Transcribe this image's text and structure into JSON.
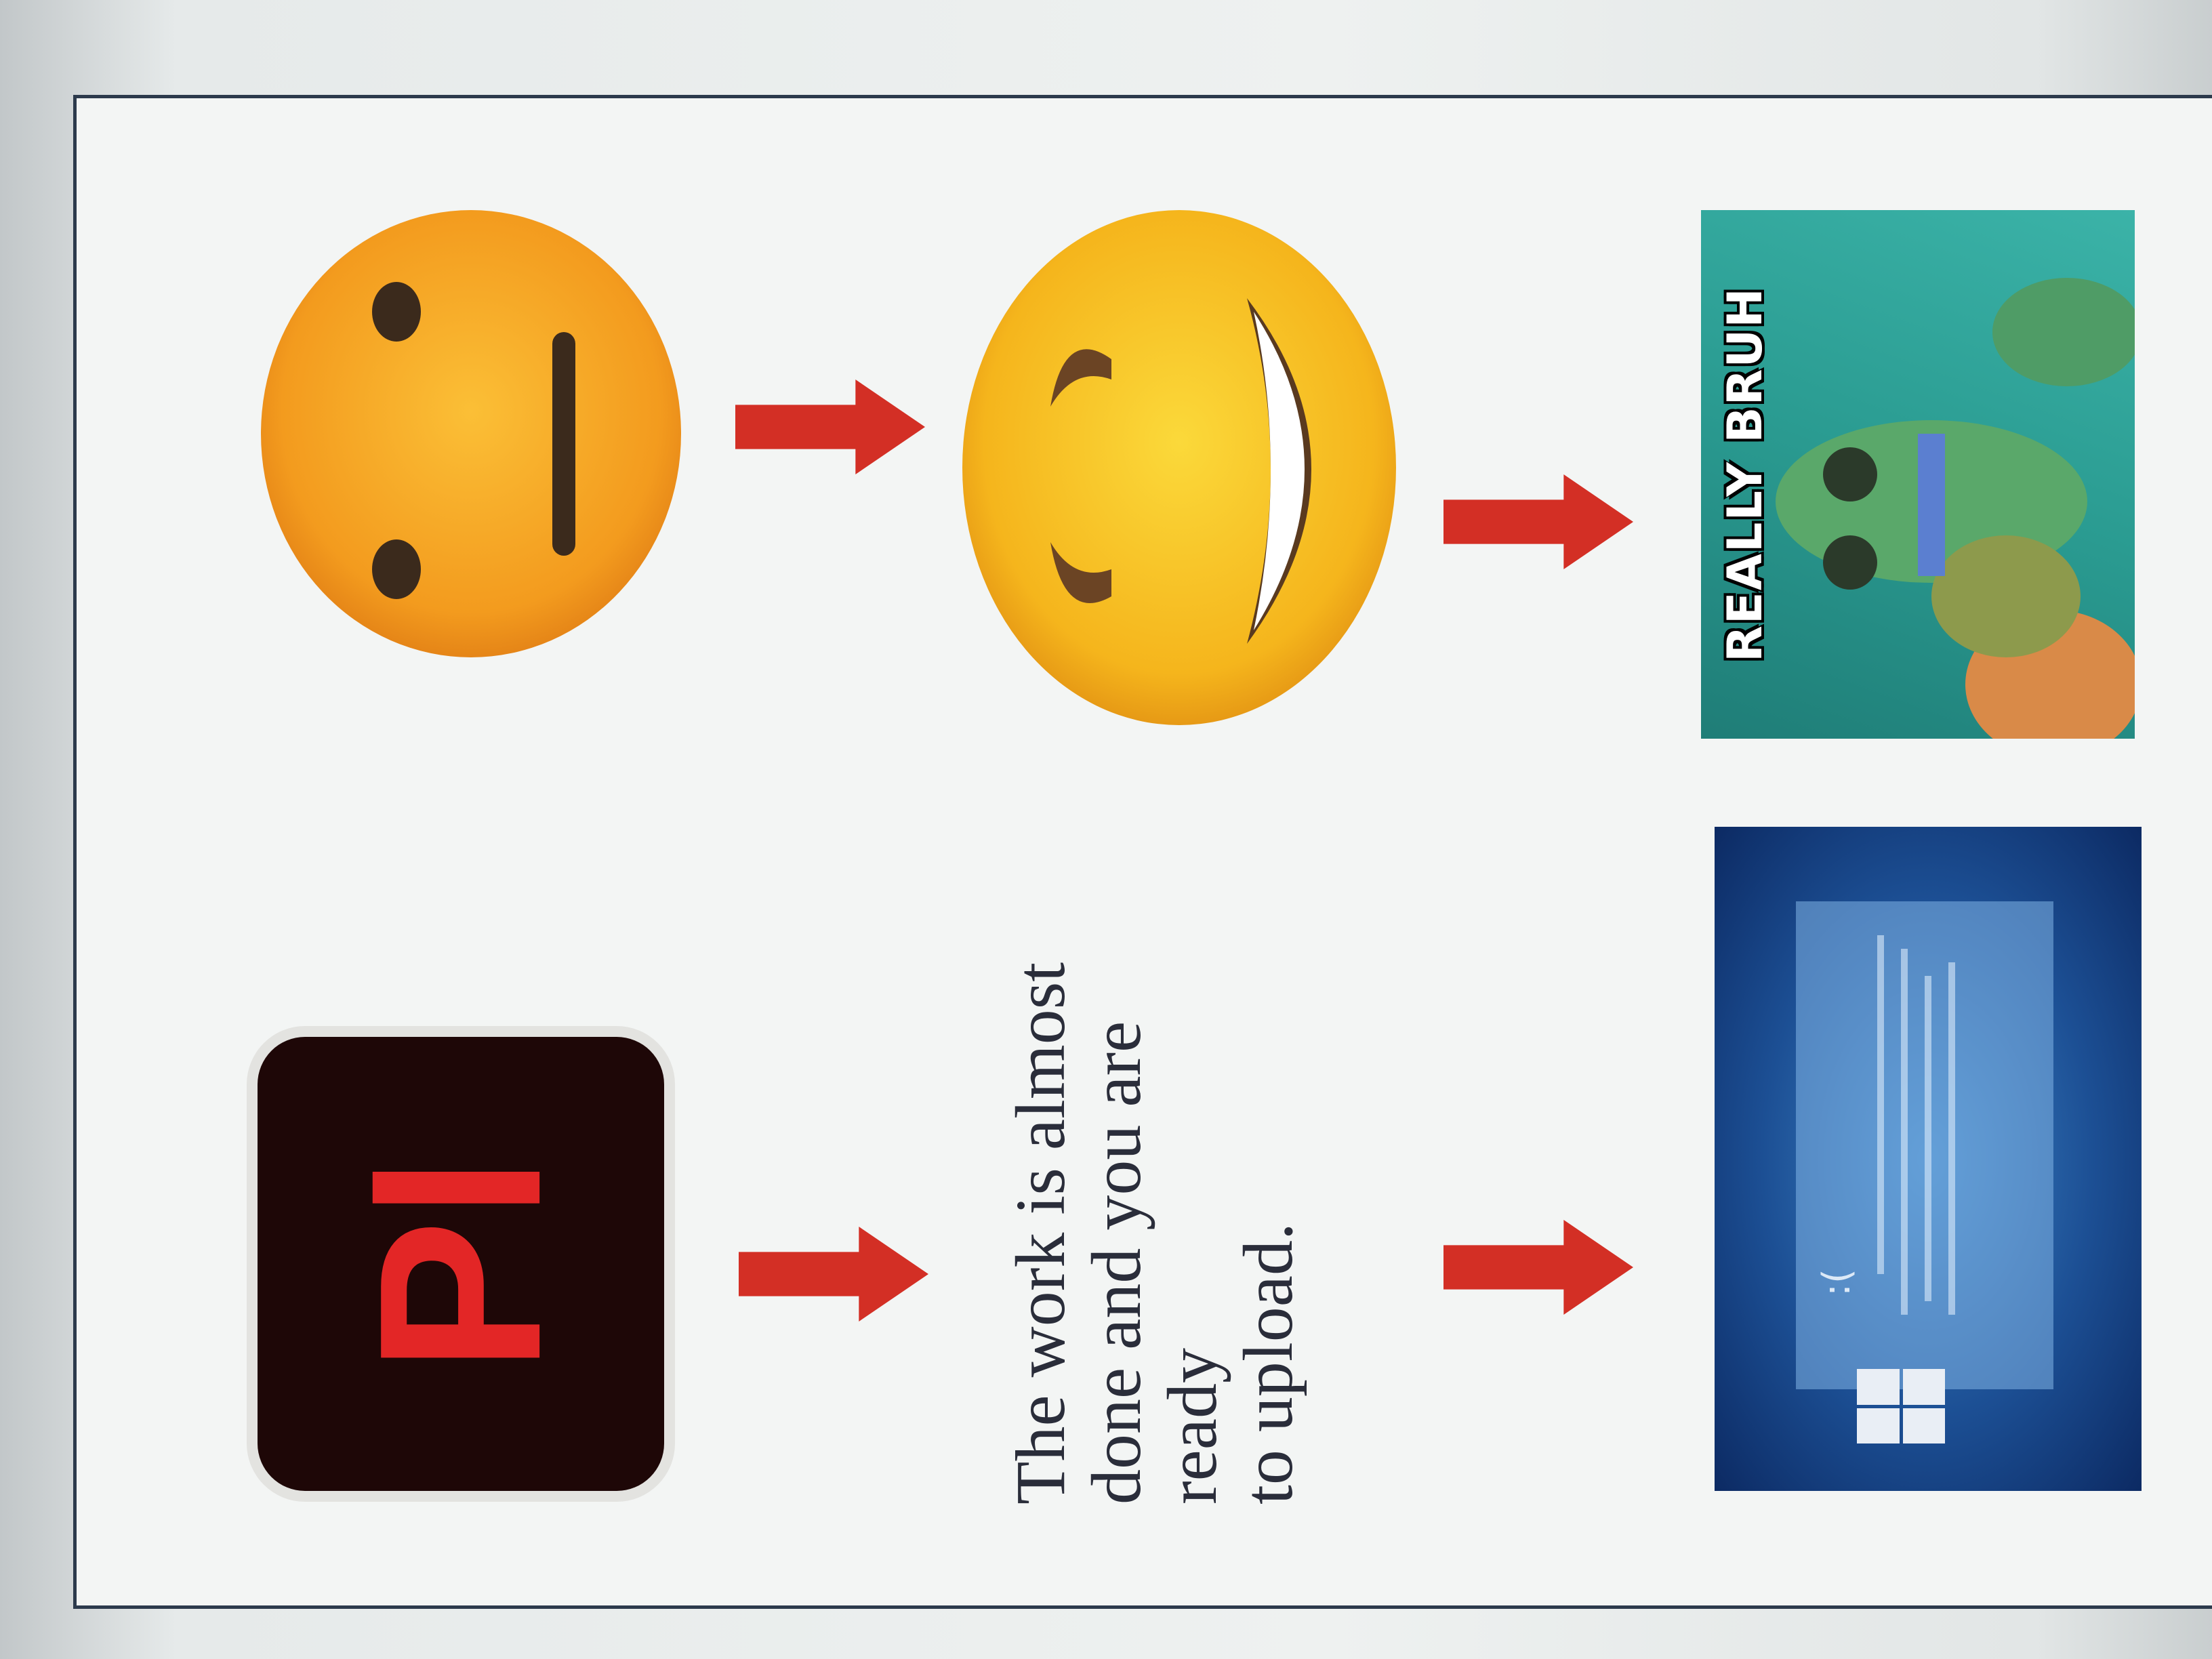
{
  "caption": {
    "line1": "The work is almost",
    "line2": "done and you are ready",
    "line3": "to upload."
  },
  "app_icon": {
    "label": "Pl",
    "colors": {
      "background": "#1e0707",
      "text": "#e32626"
    }
  },
  "meme_image": {
    "caption": "REALLY BRUH"
  },
  "icons": {
    "arrow": "right-arrow-icon",
    "neutral_face": "neutral-face-emoji-icon",
    "grinning_face": "grinning-face-emoji-icon",
    "sad_face": "sad-face-icon",
    "windows_logo": "windows-logo-icon"
  },
  "colors": {
    "arrow": "#d32f25",
    "emoji_yellow": "#f5a91e",
    "bsod_blue": "#1c4f94",
    "page_border": "#2c3a4c"
  }
}
